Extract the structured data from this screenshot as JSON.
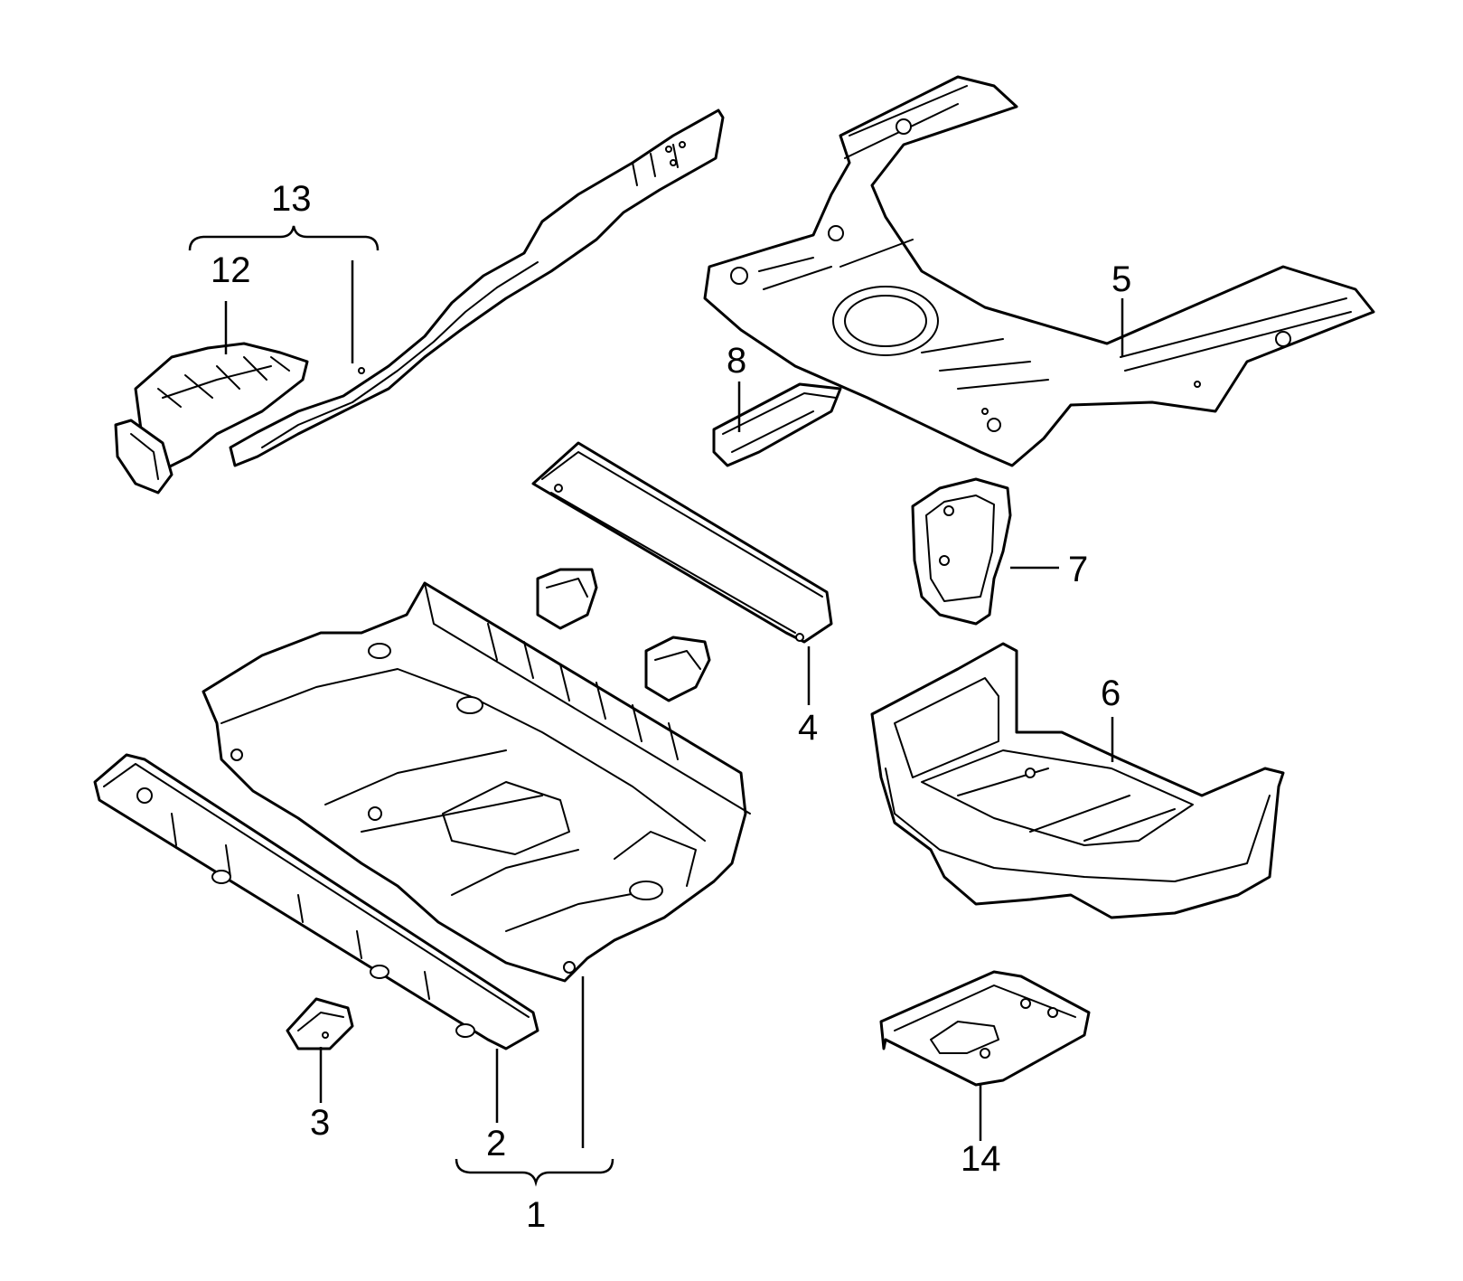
{
  "callouts": {
    "c1": "1",
    "c2": "2",
    "c3": "3",
    "c4": "4",
    "c5": "5",
    "c6": "6",
    "c7": "7",
    "c8": "8",
    "c12": "12",
    "c13": "13",
    "c14": "14"
  },
  "colors": {
    "line": "#000000",
    "background": "#ffffff"
  }
}
